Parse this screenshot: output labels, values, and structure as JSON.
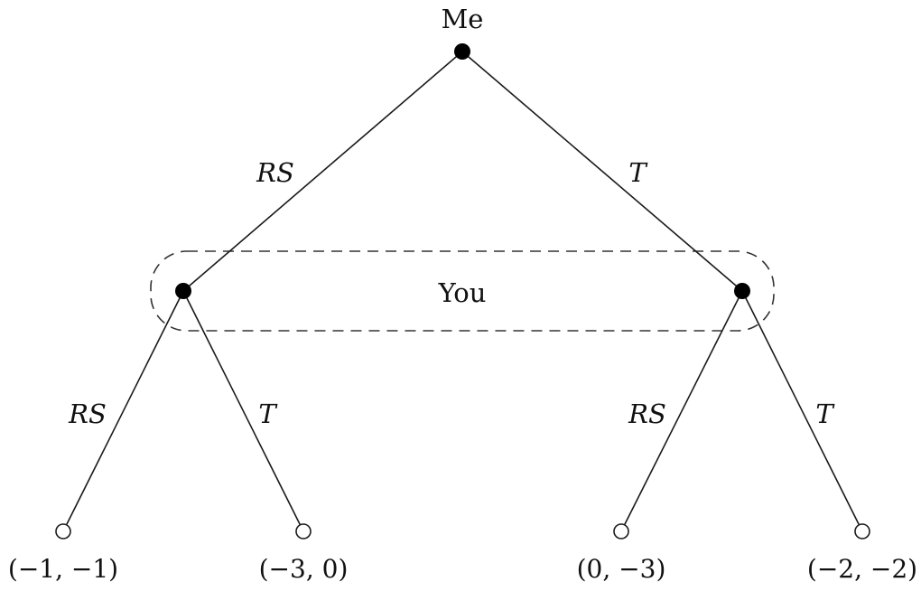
{
  "players": {
    "root": "Me",
    "second": "You"
  },
  "actions": {
    "root_left": "RS",
    "root_right": "T",
    "left_left": "RS",
    "left_right": "T",
    "right_left": "RS",
    "right_right": "T"
  },
  "payoffs": [
    "(−1, −1)",
    "(−3, 0)",
    "(0, −3)",
    "(−2, −2)"
  ],
  "colors": {
    "line": "#1a1a1a",
    "decision_node": "#000000",
    "terminal_node": "#ffffff"
  }
}
